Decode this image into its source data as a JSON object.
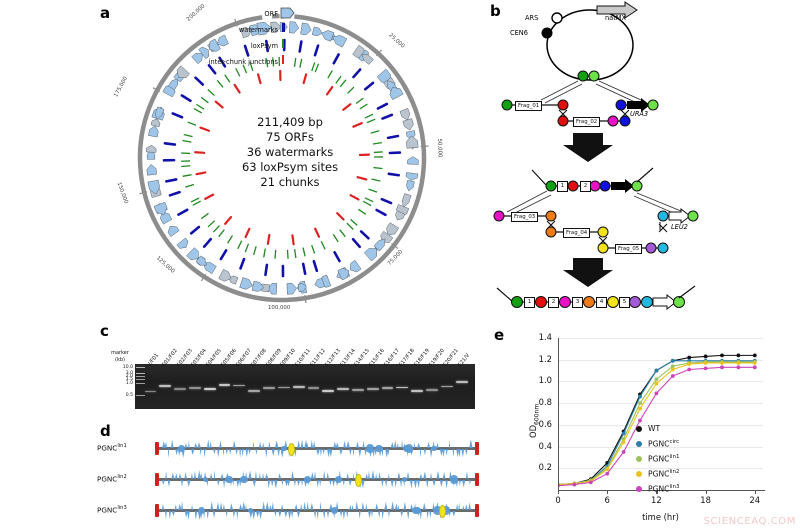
{
  "figure": {
    "watermark": "SCIENCEAQ.COM",
    "panels": [
      "a",
      "b",
      "c",
      "d",
      "e"
    ]
  },
  "panel_a": {
    "letter": "a",
    "title_lines": [
      "211,409 bp",
      "75 ORFs",
      "36 watermarks",
      "63 loxPsym sites",
      "21 chunks"
    ],
    "stats": {
      "length_bp": "211,409 bp",
      "orfs": "75 ORFs",
      "watermarks": "36 watermarks",
      "loxpsym": "63 loxPsym sites",
      "chunks": "21 chunks"
    },
    "legend": [
      {
        "label": "ORF",
        "color": "#9fc5e8"
      },
      {
        "label": "watermarks",
        "color": "#1111aa"
      },
      {
        "label": "loxPsym",
        "color": "#1f8a1f"
      },
      {
        "label": "inter-chunk junctions",
        "color": "#dd2222"
      }
    ],
    "ticks": [
      "200,000",
      "25,000",
      "50,000",
      "75,000",
      "100,000",
      "125,000",
      "150,000",
      "175,000"
    ]
  },
  "panel_b": {
    "letter": "b",
    "vector_labels": [
      "ARS",
      "CEN6",
      "natMX"
    ],
    "round1": {
      "fragments": [
        "Frag_01",
        "Frag_02"
      ],
      "marker": "URA3"
    },
    "round2": {
      "fragments": [
        "Frag_03",
        "Frag_04",
        "Frag_05"
      ],
      "marker": "LEU2"
    },
    "intermediate_chunks": [
      "1",
      "2"
    ],
    "final_chunks": [
      "1",
      "2",
      "3",
      "4",
      "5"
    ]
  },
  "panel_c": {
    "letter": "c",
    "marker_title_line1": "marker",
    "marker_title_line2": "(kb)",
    "marker_ticks": [
      "10.0",
      "3.0",
      "2.0",
      "1.5",
      "1.0",
      "0.5"
    ],
    "lanes": [
      "V/F01",
      "F01/F02",
      "F02/F03",
      "F03/F04",
      "F04/F05",
      "F05/F06",
      "F06/F07",
      "F07/F08",
      "F08/F09",
      "F09/F10",
      "F10/F11",
      "F11/F12",
      "F12/F13",
      "F13/F14",
      "F14/F15",
      "F15/F16",
      "F16/F17",
      "F17/F18",
      "F18/F19",
      "F19/F20",
      "F20/F21",
      "F21/V"
    ],
    "band_sizes_kb": [
      0.8,
      1.4,
      1.0,
      1.15,
      1.0,
      1.55,
      1.5,
      0.85,
      1.1,
      1.2,
      1.25,
      1.1,
      0.85,
      1.0,
      0.9,
      1.05,
      1.1,
      1.2,
      0.85,
      0.9,
      1.35,
      2.2
    ]
  },
  "panel_d": {
    "letter": "d",
    "tracks": [
      {
        "name": "PGNC",
        "sup": "lin1"
      },
      {
        "name": "PGNC",
        "sup": "lin2"
      },
      {
        "name": "PGNC",
        "sup": "lin3"
      }
    ],
    "centromere_positions_pct": [
      41,
      62,
      88
    ]
  },
  "panel_e": {
    "letter": "e"
  },
  "chart_data": {
    "type": "line",
    "title": "",
    "xlabel": "time (hr)",
    "ylabel": "OD600nm",
    "xlim": [
      0,
      25
    ],
    "ylim": [
      0,
      1.4
    ],
    "xticks": [
      "0",
      "6",
      "12",
      "18",
      "24"
    ],
    "xtick_values": [
      0,
      6,
      12,
      18,
      24
    ],
    "yticks": [
      "0.2",
      "0.4",
      "0.6",
      "0.8",
      "1.0",
      "1.2",
      "1.4"
    ],
    "ytick_values": [
      0.2,
      0.4,
      0.6,
      0.8,
      1.0,
      1.2,
      1.4
    ],
    "grid": true,
    "legend_position": "center-right",
    "x": [
      0,
      2,
      4,
      6,
      8,
      10,
      12,
      14,
      16,
      18,
      20,
      22,
      24
    ],
    "series": [
      {
        "name": "WT",
        "color": "#111111",
        "values": [
          0.05,
          0.06,
          0.1,
          0.25,
          0.54,
          0.88,
          1.1,
          1.19,
          1.22,
          1.23,
          1.24,
          1.24,
          1.24
        ]
      },
      {
        "name": "PGNC",
        "sup": "circ",
        "color": "#2b7fa8",
        "values": [
          0.05,
          0.06,
          0.09,
          0.22,
          0.52,
          0.86,
          1.1,
          1.19,
          1.19,
          1.19,
          1.19,
          1.19,
          1.19
        ]
      },
      {
        "name": "PGNC",
        "sup": "lin1",
        "color": "#9fc35c",
        "values": [
          0.05,
          0.06,
          0.09,
          0.2,
          0.47,
          0.8,
          1.02,
          1.14,
          1.17,
          1.18,
          1.18,
          1.18,
          1.18
        ]
      },
      {
        "name": "PGNC",
        "sup": "lin2",
        "color": "#e8c220",
        "values": [
          0.05,
          0.06,
          0.08,
          0.19,
          0.44,
          0.75,
          0.98,
          1.11,
          1.16,
          1.17,
          1.17,
          1.17,
          1.17
        ]
      },
      {
        "name": "PGNC",
        "sup": "lin3",
        "color": "#cc44bb",
        "values": [
          0.04,
          0.05,
          0.07,
          0.15,
          0.35,
          0.64,
          0.89,
          1.05,
          1.11,
          1.12,
          1.13,
          1.13,
          1.13
        ]
      }
    ]
  }
}
